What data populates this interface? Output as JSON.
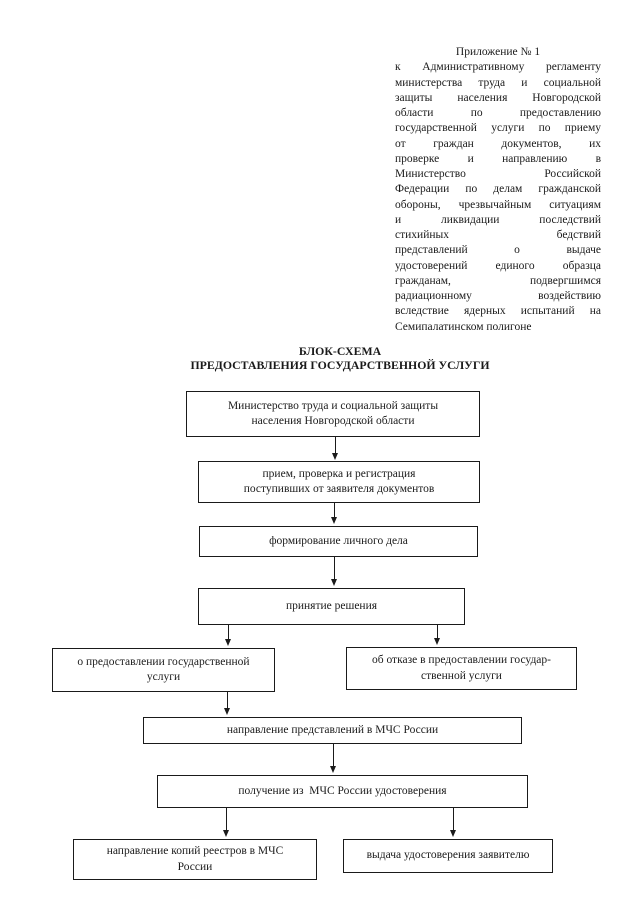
{
  "page": {
    "background_color": "#ffffff",
    "ink_color": "#1a1a1a"
  },
  "header_note": {
    "lines": [
      "Приложение № 1",
      "к Административному регламенту",
      "министерства труда и социальной",
      "защиты населения Новгородской",
      "области по предоставлению",
      "государственной услуги по приему",
      "от граждан документов, их",
      "проверке и направлению в",
      "Министерство Российской",
      "Федерации по делам гражданской",
      "обороны, чрезвычайным ситуациям",
      "и ликвидации последствий",
      "стихийных бедствий",
      "представлений о выдаче",
      "удостоверений единого образца",
      "гражданам, подвергшимся",
      "радиационному воздействию",
      "вследствие ядерных испытаний на",
      "Семипалатинском полигоне"
    ]
  },
  "title": {
    "line1": "БЛОК-СХЕМА",
    "line2": "ПРЕДОСТАВЛЕНИЯ ГОСУДАРСТВЕННОЙ УСЛУГИ"
  },
  "flowchart": {
    "boxes": [
      {
        "id": "ministry",
        "lines": [
          "Министерство труда и социальной защиты",
          "населения Новгородской области"
        ]
      },
      {
        "id": "reception",
        "lines": [
          "прием, проверка и регистрация",
          "поступивших от заявителя документов"
        ]
      },
      {
        "id": "case-file",
        "lines": [
          "формирование личного дела"
        ]
      },
      {
        "id": "decision",
        "lines": [
          "принятие решения"
        ]
      },
      {
        "id": "grant-service",
        "lines": [
          "о предоставлении государственной",
          "услуги"
        ]
      },
      {
        "id": "refuse-service",
        "lines": [
          "об отказе в предоставлении государ-",
          "ственной услуги"
        ]
      },
      {
        "id": "send-submissions",
        "lines": [
          "направление представлений в МЧС России"
        ]
      },
      {
        "id": "receive-certificate",
        "lines": [
          "получение из  МЧС России удостоверения"
        ]
      },
      {
        "id": "send-registers",
        "lines": [
          "направление копий реестров в МЧС",
          "России"
        ]
      },
      {
        "id": "issue-certificate",
        "lines": [
          "выдача удостоверения заявителю"
        ]
      }
    ]
  }
}
